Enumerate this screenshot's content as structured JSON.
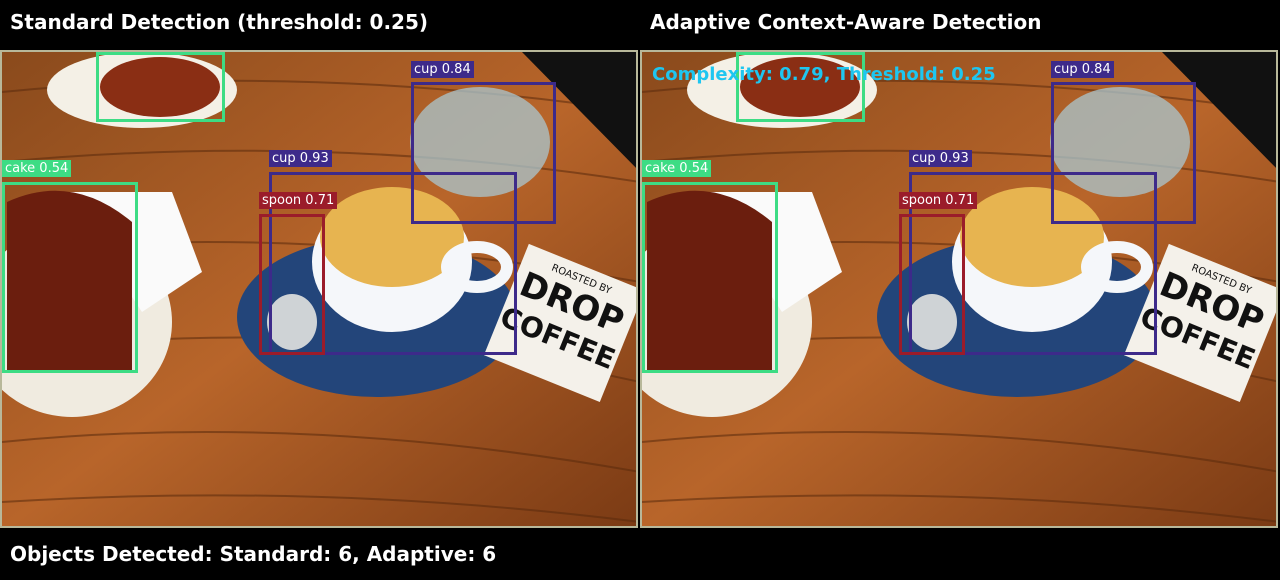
{
  "panels": {
    "left": {
      "title": "Standard Detection (threshold: 0.25)"
    },
    "right": {
      "title": "Adaptive Context-Aware Detection",
      "overlay": "Complexity: 0.79, Threshold: 0.25"
    }
  },
  "scene": {
    "card_text": [
      "ROASTED BY",
      "DROP",
      "COFFEE"
    ]
  },
  "detections": [
    {
      "id": "donut",
      "label": "",
      "color": "#3ddc84"
    },
    {
      "id": "cup-glass",
      "label": "cup 0.84",
      "color": "#3d2a8a"
    },
    {
      "id": "cake",
      "label": "cake 0.54",
      "color": "#3ddc84"
    },
    {
      "id": "cup-coffee",
      "label": "cup 0.93",
      "color": "#3d2a8a"
    },
    {
      "id": "spoon",
      "label": "spoon 0.71",
      "color": "#9b1c2a"
    }
  ],
  "footer": "Objects Detected: Standard: 6, Adaptive: 6"
}
